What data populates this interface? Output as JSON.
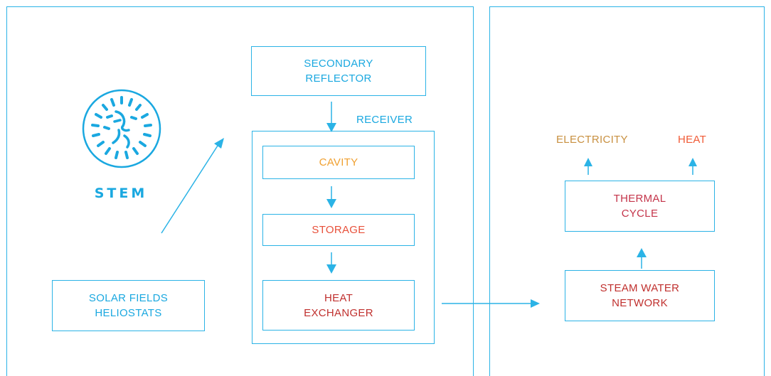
{
  "logo": {
    "text": "STEM",
    "icon": "stem-sun-face-logo",
    "color": "#1aa8e0"
  },
  "left_panel": {
    "secondary_reflector": "SECONDARY\nREFLECTOR",
    "receiver_label": "RECEIVER",
    "cavity": "CAVITY",
    "storage": "STORAGE",
    "heat_exchanger": "HEAT\nEXCHANGER",
    "solar_fields": "SOLAR FIELDS\nHELIOSTATS"
  },
  "right_panel": {
    "electricity": "ELECTRICITY",
    "heat": "HEAT",
    "thermal_cycle": "THERMAL\nCYCLE",
    "steam_water_network": "STEAM WATER\nNETWORK"
  },
  "colors": {
    "line": "#2bb3e6",
    "cyan_text": "#1aa8e0",
    "cavity": "#f0a030",
    "storage": "#e8503a",
    "heat_exchanger": "#c0302e",
    "electricity": "#c89040",
    "heat": "#f05a36"
  }
}
